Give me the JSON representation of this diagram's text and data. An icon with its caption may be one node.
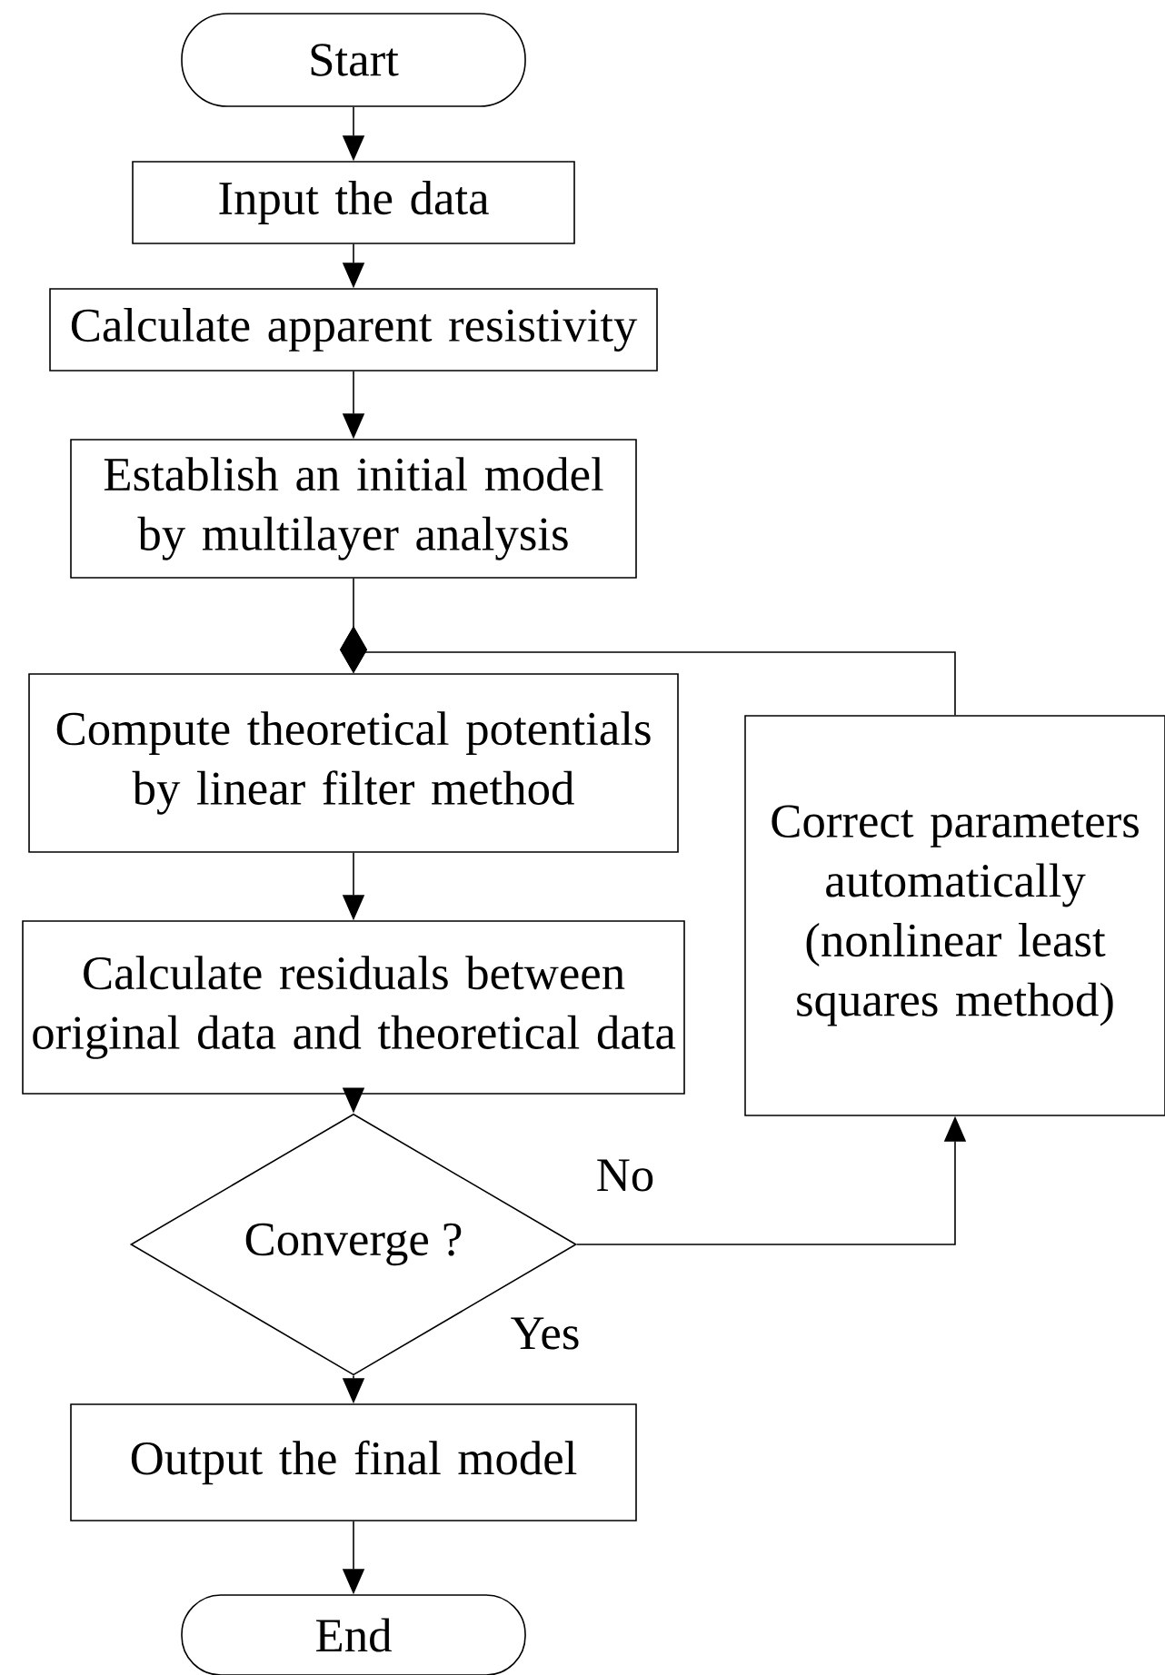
{
  "diagram": {
    "nodes": [
      {
        "text": [
          "Start"
        ]
      },
      {
        "text": [
          "Input the data"
        ]
      },
      {
        "text": [
          "Calculate apparent resistivity"
        ]
      },
      {
        "text": [
          "Establish an initial model by multilayer analysis"
        ]
      },
      {
        "text": [
          "Compute theoretical potentials by linear filter method"
        ]
      },
      {
        "text": [
          "Calculate residuals between original data and theoretical data"
        ]
      },
      {
        "text": [
          "Converge ?"
        ]
      },
      {
        "text": [
          "Correct parameters automatically (nonlinear least squares method)"
        ]
      },
      {
        "text": [
          "Output the final model"
        ]
      },
      {
        "text": [
          "End"
        ]
      }
    ],
    "edges": [
      {
        "from": 0,
        "to": 1,
        "arrow": "to"
      },
      {
        "from": 1,
        "to": 2,
        "arrow": "to"
      },
      {
        "from": 2,
        "to": 3,
        "arrow": "to"
      },
      {
        "from": 3,
        "to": 4,
        "arrow": "other"
      },
      {
        "from": 4,
        "to": 5,
        "arrow": "to"
      },
      {
        "from": 5,
        "to": 6,
        "arrow": "to"
      },
      {
        "from": 6,
        "to": 7,
        "arrow": "to",
        "label": "No"
      },
      {
        "from": 6,
        "to": 8,
        "arrow": "to",
        "label": "Yes"
      },
      {
        "from": 8,
        "to": 9,
        "arrow": "to"
      },
      {
        "from": 7,
        "to": 4,
        "arrow": "other"
      }
    ]
  }
}
